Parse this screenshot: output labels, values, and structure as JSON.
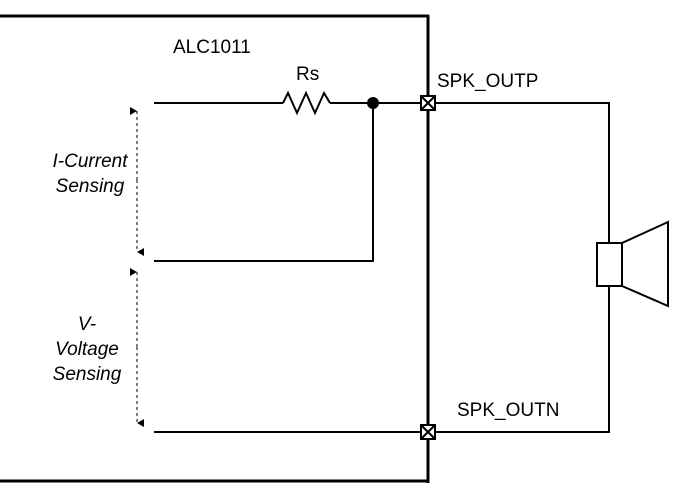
{
  "chip": {
    "name": "ALC1011"
  },
  "resistor": {
    "label": "Rs"
  },
  "pins": {
    "positive": "SPK_OUTP",
    "negative": "SPK_OUTN"
  },
  "sensing": {
    "current": {
      "line1": "I-Current",
      "line2": "Sensing"
    },
    "voltage": {
      "line1": "V-",
      "line2": "Voltage",
      "line3": "Sensing"
    }
  },
  "colors": {
    "wire": "#000000",
    "background": "#ffffff"
  },
  "icons": [
    "resistor-icon",
    "junction-dot-icon",
    "pin-box-icon",
    "speaker-icon",
    "double-arrow-icon"
  ]
}
